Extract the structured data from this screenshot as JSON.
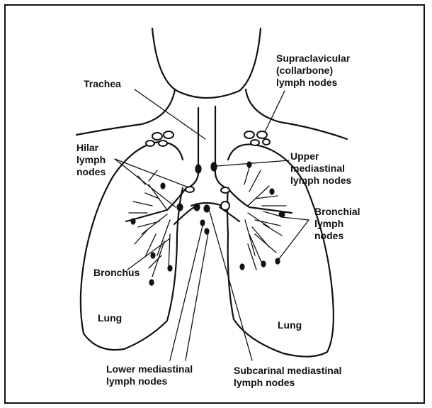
{
  "labels": {
    "trachea": [
      "Trachea"
    ],
    "supraclavicular": [
      "Supraclavicular",
      "(collarbone)",
      "lymph nodes"
    ],
    "hilar": [
      "Hilar",
      "lymph",
      "nodes"
    ],
    "upper_mediastinal": [
      "Upper",
      "mediastinal",
      "lymph nodes"
    ],
    "bronchial": [
      "Bronchial",
      "lymph",
      "nodes"
    ],
    "bronchus": [
      "Bronchus"
    ],
    "lung_left": [
      "Lung"
    ],
    "lung_right": [
      "Lung"
    ],
    "lower_mediastinal": [
      "Lower mediastinal",
      "lymph nodes"
    ],
    "subcarinal": [
      "Subcarinal mediastinal",
      "lymph nodes"
    ]
  }
}
